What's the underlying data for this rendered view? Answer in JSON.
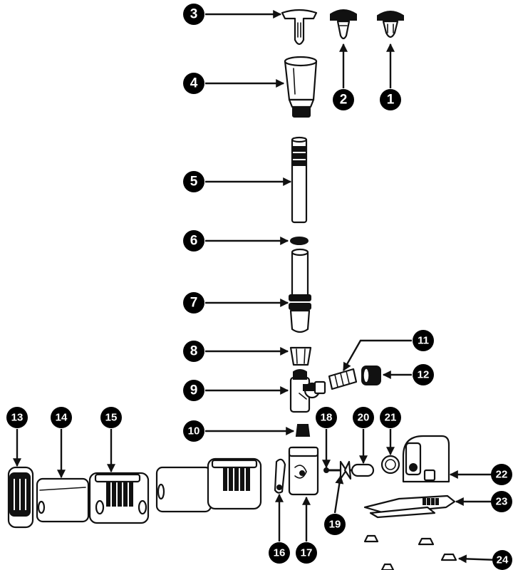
{
  "diagram": {
    "callouts": [
      {
        "number": "1"
      },
      {
        "number": "2"
      },
      {
        "number": "3"
      },
      {
        "number": "4"
      },
      {
        "number": "5"
      },
      {
        "number": "6"
      },
      {
        "number": "7"
      },
      {
        "number": "8"
      },
      {
        "number": "9"
      },
      {
        "number": "10"
      },
      {
        "number": "11"
      },
      {
        "number": "12"
      },
      {
        "number": "13"
      },
      {
        "number": "14"
      },
      {
        "number": "15"
      },
      {
        "number": "16"
      },
      {
        "number": "17"
      },
      {
        "number": "18"
      },
      {
        "number": "19"
      },
      {
        "number": "20"
      },
      {
        "number": "21"
      },
      {
        "number": "22"
      },
      {
        "number": "23"
      },
      {
        "number": "24"
      }
    ]
  }
}
